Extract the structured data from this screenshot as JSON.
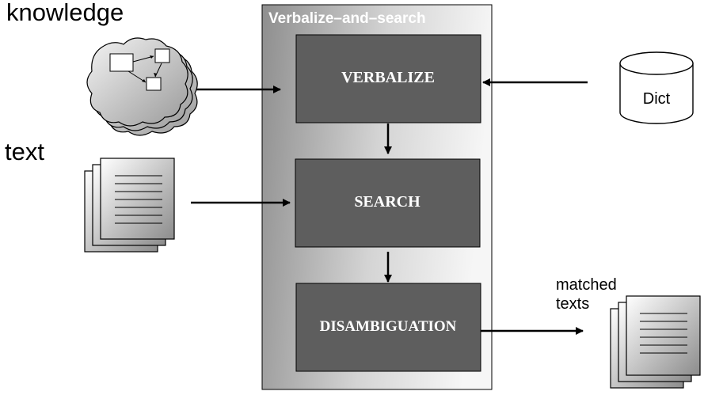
{
  "inputs": {
    "knowledge_label": "knowledge",
    "text_label": "text"
  },
  "pipeline": {
    "title": "Verbalize–and–search",
    "stages": [
      "VERBALIZE",
      "SEARCH",
      "DISAMBIGUATION"
    ]
  },
  "resources": {
    "dict_label": "Dict"
  },
  "output": {
    "label_line1": "matched",
    "label_line2": "texts"
  },
  "colors": {
    "stage_fill": "#5e5e5e",
    "container_light": "#f2f2f2",
    "container_dark": "#8a8a8a",
    "stroke": "#000000"
  },
  "icons": {
    "knowledge": "cloud-graph-stack-icon",
    "text": "document-stack-icon",
    "dict": "database-cylinder-icon",
    "output": "document-stack-icon"
  }
}
